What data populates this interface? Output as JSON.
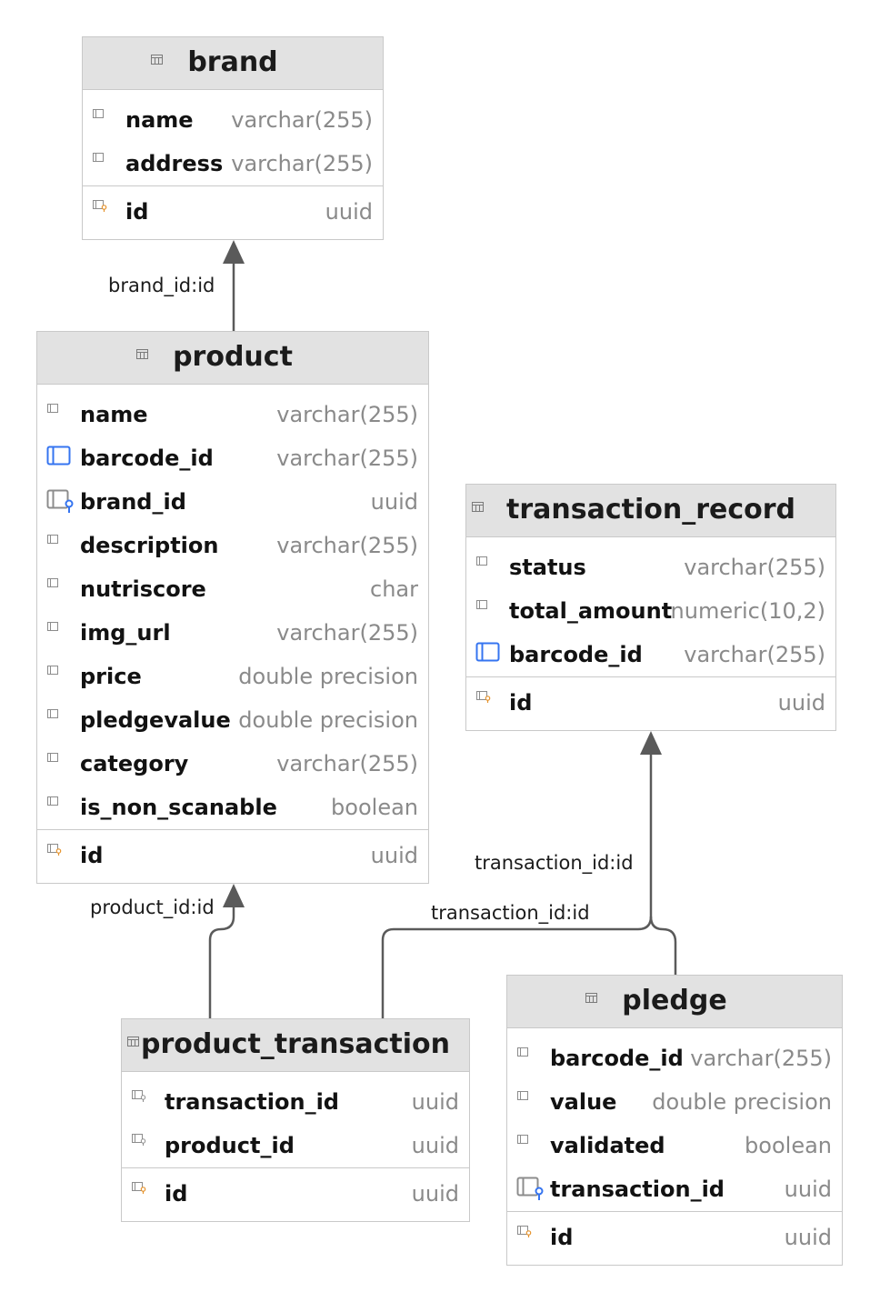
{
  "tables": {
    "brand": {
      "name": "brand",
      "columns": [
        {
          "name": "name",
          "type": "varchar(255)",
          "icon": "column-icon"
        },
        {
          "name": "address",
          "type": "varchar(255)",
          "icon": "column-icon"
        }
      ],
      "pk": {
        "name": "id",
        "type": "uuid",
        "icon": "primary-key-icon"
      }
    },
    "product": {
      "name": "product",
      "columns": [
        {
          "name": "name",
          "type": "varchar(255)",
          "icon": "column-icon"
        },
        {
          "name": "barcode_id",
          "type": "varchar(255)",
          "icon": "unique-index-icon"
        },
        {
          "name": "brand_id",
          "type": "uuid",
          "icon": "foreign-key-icon"
        },
        {
          "name": "description",
          "type": "varchar(255)",
          "icon": "column-icon"
        },
        {
          "name": "nutriscore",
          "type": "char",
          "icon": "column-icon"
        },
        {
          "name": "img_url",
          "type": "varchar(255)",
          "icon": "column-icon"
        },
        {
          "name": "price",
          "type": "double precision",
          "icon": "column-icon"
        },
        {
          "name": "pledgevalue",
          "type": "double precision",
          "icon": "column-icon"
        },
        {
          "name": "category",
          "type": "varchar(255)",
          "icon": "column-icon"
        },
        {
          "name": "is_non_scanable",
          "type": "boolean",
          "icon": "column-icon"
        }
      ],
      "pk": {
        "name": "id",
        "type": "uuid",
        "icon": "primary-key-icon"
      }
    },
    "transaction_record": {
      "name": "transaction_record",
      "columns": [
        {
          "name": "status",
          "type": "varchar(255)",
          "icon": "column-icon"
        },
        {
          "name": "total_amount",
          "type": "numeric(10,2)",
          "icon": "column-icon"
        },
        {
          "name": "barcode_id",
          "type": "varchar(255)",
          "icon": "unique-index-icon"
        }
      ],
      "pk": {
        "name": "id",
        "type": "uuid",
        "icon": "primary-key-icon"
      }
    },
    "product_transaction": {
      "name": "product_transaction",
      "columns": [
        {
          "name": "transaction_id",
          "type": "uuid",
          "icon": "key-column-icon"
        },
        {
          "name": "product_id",
          "type": "uuid",
          "icon": "key-column-icon"
        }
      ],
      "pk": {
        "name": "id",
        "type": "uuid",
        "icon": "primary-key-icon"
      }
    },
    "pledge": {
      "name": "pledge",
      "columns": [
        {
          "name": "barcode_id",
          "type": "varchar(255)",
          "icon": "column-icon"
        },
        {
          "name": "value",
          "type": "double precision",
          "icon": "column-icon"
        },
        {
          "name": "validated",
          "type": "boolean",
          "icon": "column-icon"
        },
        {
          "name": "transaction_id",
          "type": "uuid",
          "icon": "foreign-key-icon"
        }
      ],
      "pk": {
        "name": "id",
        "type": "uuid",
        "icon": "primary-key-icon"
      }
    }
  },
  "relations": {
    "brand_product": "brand_id:id",
    "product_product_transaction": "product_id:id",
    "pledge_transaction_record": "transaction_id:id",
    "product_transaction_transaction_record": "transaction_id:id"
  },
  "colors": {
    "header_bg": "#e2e2e2",
    "border": "#c9c9c9",
    "arrow": "#5a5a5a",
    "type_text": "#8a8a8a",
    "accent_blue": "#3574f0",
    "pk_orange": "#e6932c"
  }
}
